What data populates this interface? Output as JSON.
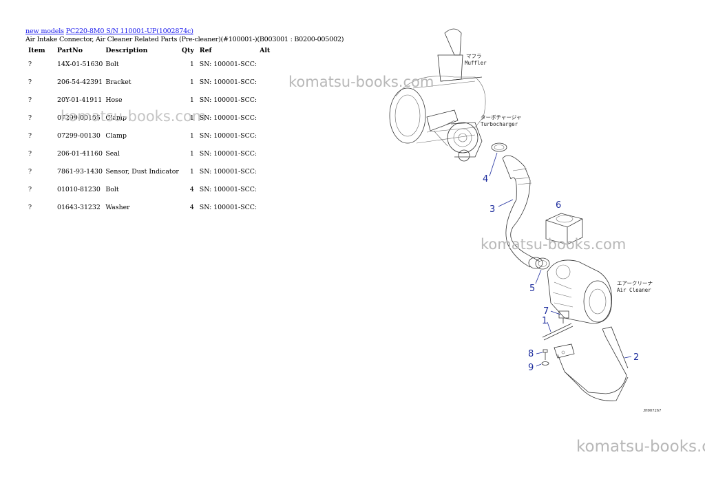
{
  "breadcrumb": {
    "link1": "new models",
    "link2": "PC220-8M0 S/N 110001-UP(1002874c)"
  },
  "subtitle": "Air Intake Connector, Air Cleaner Related Parts (Pre-cleaner)(#100001-)(B003001 : B0200-005002)",
  "table": {
    "headers": [
      "Item",
      "PartNo",
      "Description",
      "Qty",
      "Ref",
      "Alt"
    ],
    "rows": [
      {
        "item": "?",
        "part": "14X-01-51630",
        "desc": "Bolt",
        "qty": "1",
        "ref": "SN: 100001-SCC:"
      },
      {
        "item": "?",
        "part": "206-54-42391",
        "desc": "Bracket",
        "qty": "1",
        "ref": "SN: 100001-SCC:"
      },
      {
        "item": "?",
        "part": "20Y-01-41911",
        "desc": "Hose",
        "qty": "1",
        "ref": "SN: 100001-SCC:"
      },
      {
        "item": "?",
        "part": "07299-00105",
        "desc": "Clamp",
        "qty": "1",
        "ref": "SN: 100001-SCC:"
      },
      {
        "item": "?",
        "part": "07299-00130",
        "desc": "Clamp",
        "qty": "1",
        "ref": "SN: 100001-SCC:"
      },
      {
        "item": "?",
        "part": "206-01-41160",
        "desc": "Seal",
        "qty": "1",
        "ref": "SN: 100001-SCC:"
      },
      {
        "item": "?",
        "part": "7861-93-1430",
        "desc": "Sensor, Dust Indicator",
        "qty": "1",
        "ref": "SN: 100001-SCC:"
      },
      {
        "item": "?",
        "part": "01010-81230",
        "desc": "Bolt",
        "qty": "4",
        "ref": "SN: 100001-SCC:"
      },
      {
        "item": "?",
        "part": "01643-31232",
        "desc": "Washer",
        "qty": "4",
        "ref": "SN: 100001-SCC:"
      }
    ]
  },
  "watermarks": [
    "komatsu-books.com",
    "komatsu-books.com",
    "komatsu-books.com",
    "komatsu-books.c"
  ],
  "diagram": {
    "muffler_jp": "マフラ",
    "muffler_en": "Muffler",
    "turbo_jp": "ターボチャージャ",
    "turbo_en": "Turbocharger",
    "cleaner_jp": "エアークリーナ",
    "cleaner_en": "Air Cleaner",
    "callouts": [
      "4",
      "3",
      "6",
      "5",
      "7",
      "1",
      "8",
      "9",
      "2"
    ],
    "figure_code": "JH007267"
  },
  "colors": {
    "link": "#1a1aee",
    "callout": "#1a2a9c",
    "watermark": "#b8b8b8"
  }
}
